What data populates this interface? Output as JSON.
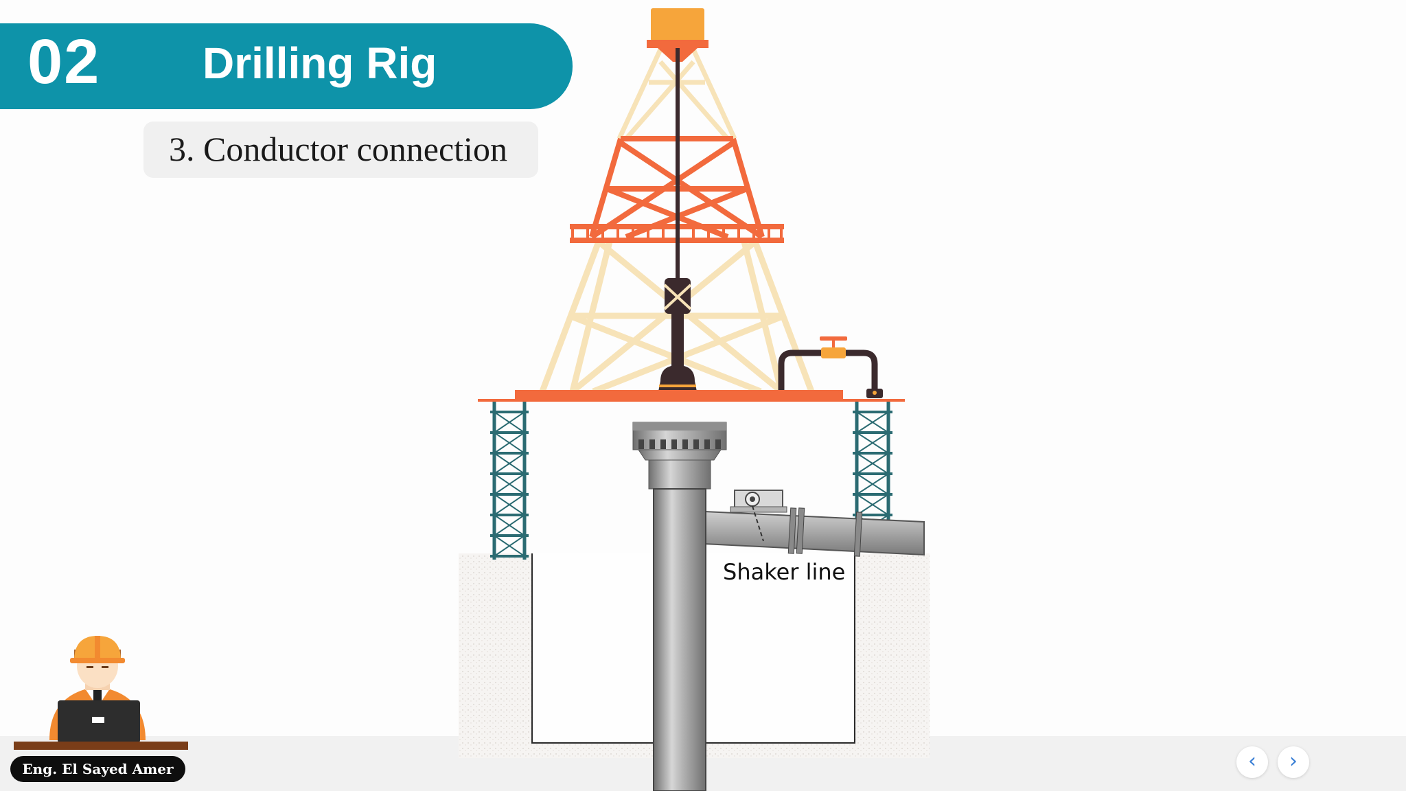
{
  "header": {
    "section_number": "02",
    "section_title": "Drilling Rig"
  },
  "subtitle": "3. Conductor connection",
  "diagram": {
    "shaker_line_label": "Shaker line"
  },
  "author": {
    "name": "Eng. El Sayed Amer"
  },
  "nav": {
    "prev_icon": "‹",
    "next_icon": "›"
  },
  "colors": {
    "title_bar": "#0e93a9",
    "derrick_upper": "#f26a3d",
    "derrick_light": "#f7e3b8",
    "substructure": "#2b6b72",
    "pipe": "#9a9a9a"
  }
}
